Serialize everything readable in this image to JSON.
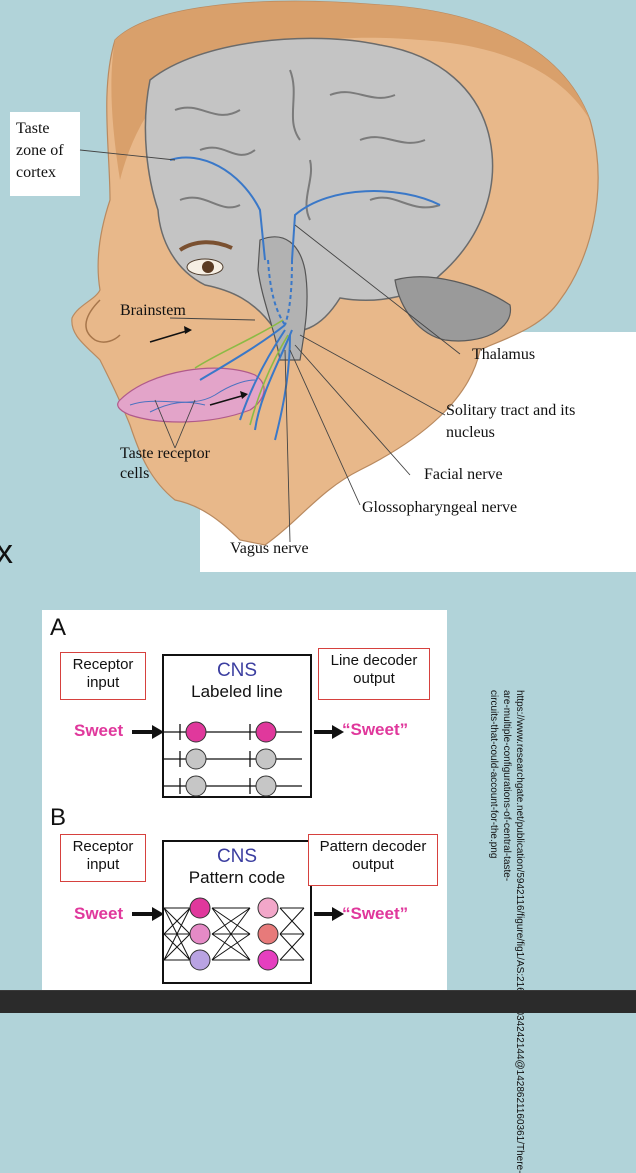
{
  "anatomy": {
    "labels": {
      "taste_zone": "Taste zone of cortex",
      "brainstem": "Brainstem",
      "thalamus": "Thalamus",
      "solitary": "Solitary tract and its nucleus",
      "taste_receptor": "Taste receptor cells",
      "facial": "Facial nerve",
      "glosso": "Glossopharyngeal nerve",
      "vagus": "Vagus nerve"
    }
  },
  "side_mark": "x",
  "panel": {
    "a": {
      "letter": "A",
      "receptor": "Receptor input",
      "cns": "CNS",
      "code": "Labeled line",
      "decoder": "Line decoder output",
      "stimulus": "Sweet",
      "output": "“Sweet”"
    },
    "b": {
      "letter": "B",
      "receptor": "Receptor input",
      "cns": "CNS",
      "code": "Pattern code",
      "decoder": "Pattern decoder output",
      "stimulus": "Sweet",
      "output": "“Sweet”"
    },
    "colors": {
      "magenta": "#e0389c",
      "cns_blue": "#3b3ea0",
      "box_red": "#d6413e",
      "gray": "#c6c6c6"
    }
  },
  "source_url": "https://www.researchgate.net/publication/5942116/figure/fig1/AS:216469034242144@1428621160361/There-are-multiple-configurations-of-central-taste-circuits-that-could-account-for-the.png"
}
